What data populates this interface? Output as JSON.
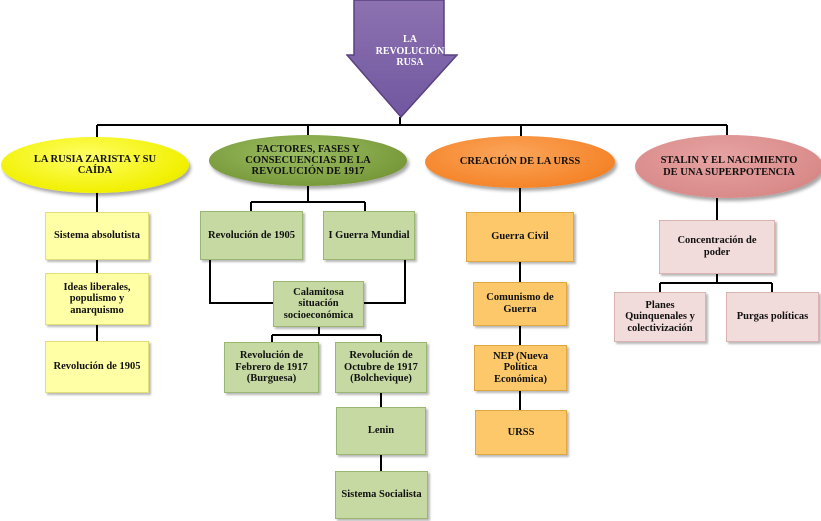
{
  "title": "LA\nREVOLUCIÓN\nRUSA",
  "branches": [
    {
      "heading": "LA RUSIA ZARISTA Y SU CAÍDA",
      "items": [
        "Sistema absolutista",
        "Ideas liberales, populismo y anarquismo",
        "Revolución de 1905"
      ]
    },
    {
      "heading": "FACTORES, FASES Y CONSECUENCIAS DE LA REVOLUCIÓN DE 1917",
      "causes": [
        "Revolución de 1905",
        "I Guerra Mundial"
      ],
      "situation": "Calamitosa situación socioeconómica",
      "revolutions": [
        "Revolución de Febrero de 1917 (Burguesa)",
        "Revolución de Octubre de 1917 (Bolchevique)"
      ],
      "leader": "Lenin",
      "system": "Sistema Socialista"
    },
    {
      "heading": "CREACIÓN DE LA URSS",
      "items": [
        "Guerra Civil",
        "Comunismo de Guerra",
        "NEP (Nueva Política Económica)",
        "URSS"
      ]
    },
    {
      "heading": "STALIN Y EL NACIMIENTO DE UNA SUPERPOTENCIA",
      "root": "Concentración de poder",
      "children": [
        "Planes Quinquenales y colectivización",
        "Purgas políticas"
      ]
    }
  ],
  "colors": {
    "arrow": "#8064a2",
    "yellow": "#f1f000",
    "green": "#7a9b3c",
    "orange": "#f5852a",
    "pink": "#d98b8a"
  }
}
